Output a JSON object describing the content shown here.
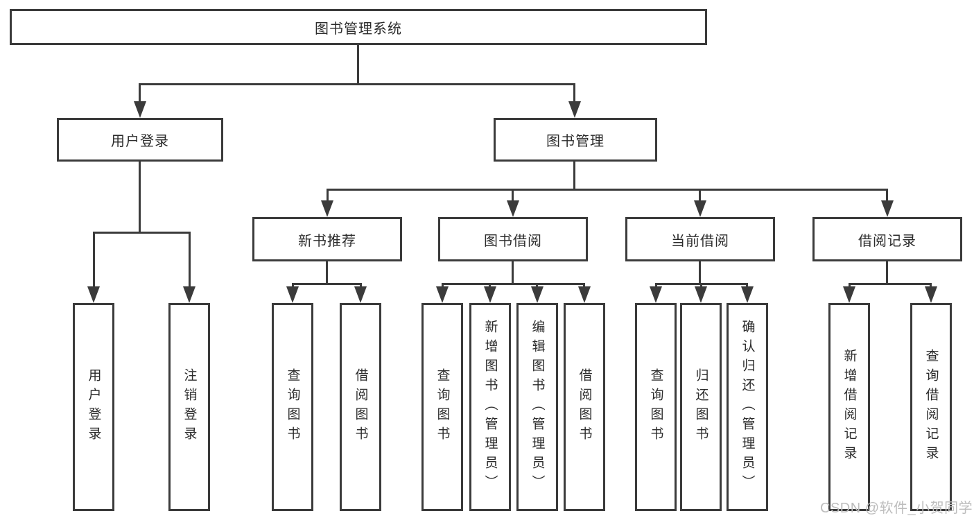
{
  "tree": {
    "label": "图书管理系统",
    "children": [
      {
        "label": "用户登录",
        "children": [
          {
            "label": "用户登录"
          },
          {
            "label": "注销登录"
          }
        ]
      },
      {
        "label": "图书管理",
        "children": [
          {
            "label": "新书推荐",
            "children": [
              {
                "label": "查询图书"
              },
              {
                "label": "借阅图书"
              }
            ]
          },
          {
            "label": "图书借阅",
            "children": [
              {
                "label": "查询图书"
              },
              {
                "label": "新增图书（管理员）"
              },
              {
                "label": "编辑图书（管理员）"
              },
              {
                "label": "借阅图书"
              }
            ]
          },
          {
            "label": "当前借阅",
            "children": [
              {
                "label": "查询图书"
              },
              {
                "label": "归还图书"
              },
              {
                "label": "确认归还（管理员）"
              }
            ]
          },
          {
            "label": "借阅记录",
            "children": [
              {
                "label": "新增借阅记录"
              },
              {
                "label": "查询借阅记录"
              }
            ]
          }
        ]
      }
    ]
  },
  "watermark": {
    "text": "CSDN @软件_小贺同学"
  },
  "colors": {
    "line": "#3b3b3b",
    "text": "#2b2b2b",
    "watermark": "#bdbdbd",
    "background": "#ffffff"
  }
}
